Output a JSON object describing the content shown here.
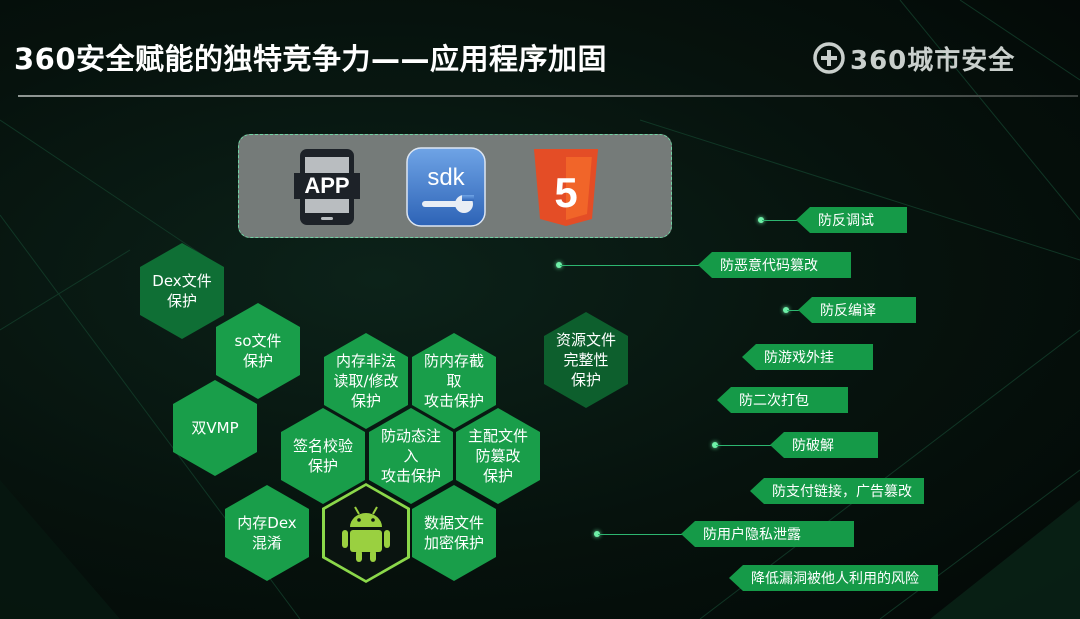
{
  "header": {
    "title": "360安全赋能的独特竞争力——应用程序加固",
    "brand": "360城市安全"
  },
  "platforms": [
    {
      "name": "app-icon",
      "text": "APP"
    },
    {
      "name": "sdk-icon",
      "text": "sdk"
    },
    {
      "name": "html5-icon",
      "text": "5"
    }
  ],
  "hexagons": [
    {
      "text": "Dex文件\n保护"
    },
    {
      "text": "so文件\n保护"
    },
    {
      "text": "双VMP"
    },
    {
      "text": "内存非法\n读取/修改\n保护"
    },
    {
      "text": "防内存截取\n攻击保护"
    },
    {
      "text": "签名校验\n保护"
    },
    {
      "text": "防动态注入\n攻击保护"
    },
    {
      "text": "主配文件\n防篡改\n保护"
    },
    {
      "text": "内存Dex\n混淆"
    },
    {
      "text": "数据文件\n加密保护"
    },
    {
      "text": "资源文件\n完整性\n保护"
    }
  ],
  "protections": [
    {
      "text": "防反调试"
    },
    {
      "text": "防恶意代码篡改"
    },
    {
      "text": "防反编译"
    },
    {
      "text": "防游戏外挂"
    },
    {
      "text": "防二次打包"
    },
    {
      "text": "防破解"
    },
    {
      "text": "防支付链接，广告篡改"
    },
    {
      "text": "防用户隐私泄露"
    },
    {
      "text": "降低漏洞被他人利用的风险"
    }
  ],
  "colors": {
    "accent": "#159a48",
    "hex_light": "#199e4a",
    "hex_dark": "#0f6f35",
    "box": "#757b79",
    "border": "#6fd3a2"
  }
}
